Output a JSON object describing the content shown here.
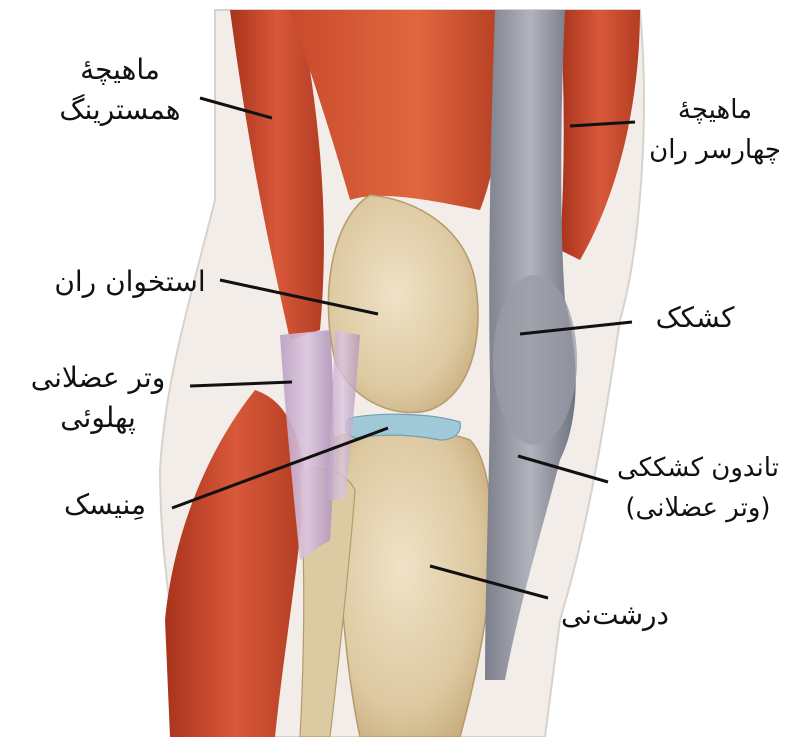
{
  "labels": {
    "hamstring": {
      "line1": "ماهیچهٔ",
      "line2": "همسترینگ"
    },
    "quadriceps": {
      "line1": "ماهیچهٔ",
      "line2": "چهارسر ران"
    },
    "femur": "استخوان ران",
    "patella": "کشکک",
    "lateral_tendon": {
      "line1": "وتر عضلانی",
      "line2": "پهلوئی"
    },
    "meniscus": "مِنیسک",
    "patellar_tendon": {
      "line1": "تاندون کشککی",
      "line2": "(وتر عضلانی)"
    },
    "tibia": "درشت‌نی"
  },
  "colors": {
    "muscle": "#c9472a",
    "muscle_dark": "#9c2f1a",
    "bone": "#e6d5b2",
    "tendon": "#c2a6c6",
    "meniscus": "#9fc9d6",
    "patellar_tendon": "#8d8f9a",
    "skin": "#f1ece7"
  }
}
